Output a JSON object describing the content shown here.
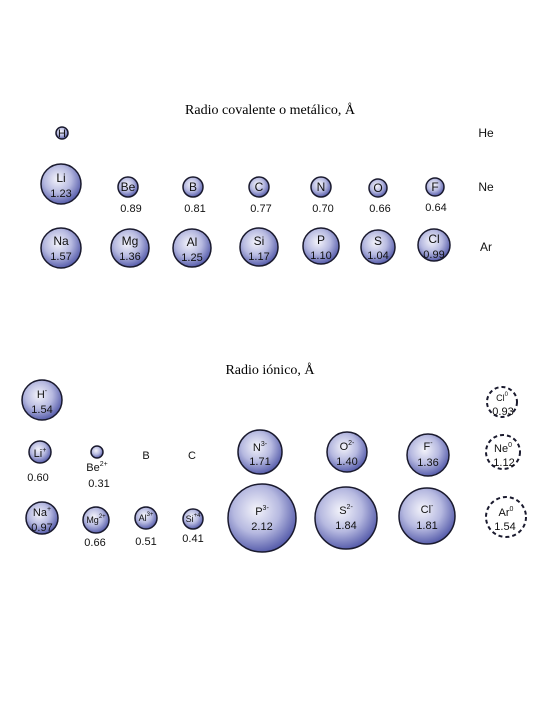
{
  "colors": {
    "sphere_center": "#f4f4fb",
    "sphere_mid": "#b6b9e0",
    "sphere_edge": "#5a60ad",
    "outline": "#1a1a2e"
  },
  "covalent": {
    "title": "Radio covalente o metálico, Å",
    "atoms": [
      {
        "id": "H",
        "symbol": "H",
        "value": ""
      },
      {
        "id": "He",
        "symbol": "He",
        "value": ""
      },
      {
        "id": "Li",
        "symbol": "Li",
        "value": "1.23"
      },
      {
        "id": "Be",
        "symbol": "Be",
        "value": "0.89"
      },
      {
        "id": "B",
        "symbol": "B",
        "value": "0.81"
      },
      {
        "id": "C",
        "symbol": "C",
        "value": "0.77"
      },
      {
        "id": "N",
        "symbol": "N",
        "value": "0.70"
      },
      {
        "id": "O",
        "symbol": "O",
        "value": "0.66"
      },
      {
        "id": "F",
        "symbol": "F",
        "value": "0.64"
      },
      {
        "id": "Ne",
        "symbol": "Ne",
        "value": ""
      },
      {
        "id": "Na",
        "symbol": "Na",
        "value": "1.57"
      },
      {
        "id": "Mg",
        "symbol": "Mg",
        "value": "1.36"
      },
      {
        "id": "Al",
        "symbol": "Al",
        "value": "1.25"
      },
      {
        "id": "Si",
        "symbol": "Si",
        "value": "1.17"
      },
      {
        "id": "P",
        "symbol": "P",
        "value": "1.10"
      },
      {
        "id": "S",
        "symbol": "S",
        "value": "1.04"
      },
      {
        "id": "Cl",
        "symbol": "Cl",
        "value": "0.99"
      },
      {
        "id": "Ar",
        "symbol": "Ar",
        "value": ""
      }
    ]
  },
  "ionic": {
    "title": "Radio iónico, Å",
    "ions": [
      {
        "id": "H-",
        "symbol": "H",
        "charge": "-",
        "value": "1.54"
      },
      {
        "id": "Cl0",
        "symbol": "Cl",
        "charge": "0",
        "value": "0.93"
      },
      {
        "id": "Li+",
        "symbol": "Li",
        "charge": "+",
        "value": "0.60"
      },
      {
        "id": "Be2+",
        "symbol": "Be",
        "charge": "2+",
        "value": "0.31"
      },
      {
        "id": "B",
        "symbol": "B",
        "charge": "",
        "value": ""
      },
      {
        "id": "C",
        "symbol": "C",
        "charge": "",
        "value": ""
      },
      {
        "id": "N3-",
        "symbol": "N",
        "charge": "3-",
        "value": "1.71"
      },
      {
        "id": "O2-",
        "symbol": "O",
        "charge": "2-",
        "value": "1.40"
      },
      {
        "id": "F-",
        "symbol": "F",
        "charge": "-",
        "value": "1.36"
      },
      {
        "id": "Ne0",
        "symbol": "Ne",
        "charge": "0",
        "value": "1.12"
      },
      {
        "id": "Na+",
        "symbol": "Na",
        "charge": "+",
        "value": "0.97"
      },
      {
        "id": "Mg2+",
        "symbol": "Mg",
        "charge": "2+",
        "value": "0.66"
      },
      {
        "id": "Al3+",
        "symbol": "Al",
        "charge": "3+",
        "value": "0.51"
      },
      {
        "id": "Si4+",
        "symbol": "Si",
        "charge": "+4",
        "value": "0.41"
      },
      {
        "id": "P3-",
        "symbol": "P",
        "charge": "3-",
        "value": "2.12"
      },
      {
        "id": "S2-",
        "symbol": "S",
        "charge": "2-",
        "value": "1.84"
      },
      {
        "id": "Cl-",
        "symbol": "Cl",
        "charge": "-",
        "value": "1.81"
      },
      {
        "id": "Ar0",
        "symbol": "Ar",
        "charge": "0",
        "value": "1.54"
      }
    ]
  }
}
